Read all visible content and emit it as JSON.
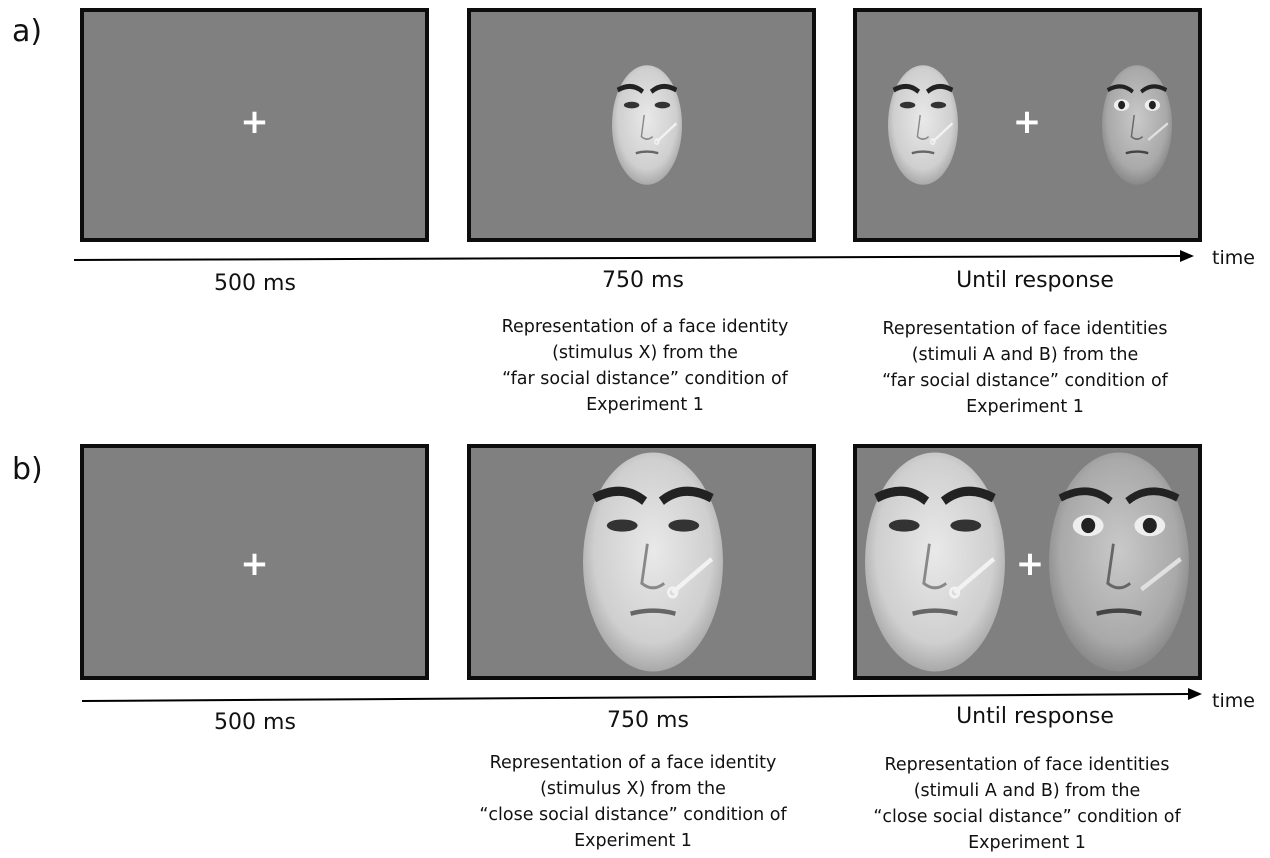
{
  "axis_label": "time",
  "rows": [
    {
      "label": "a)",
      "durations": [
        "500 ms",
        "750 ms",
        "Until response"
      ],
      "desc_x": [
        "Representation of a face identity",
        "(stimulus X) from the",
        "“far social distance” condition of",
        "Experiment 1"
      ],
      "desc_ab": [
        "Representation of face identities",
        "(stimuli A and B) from the",
        "“far social distance” condition of",
        "Experiment 1"
      ]
    },
    {
      "label": "b)",
      "durations": [
        "500 ms",
        "750 ms",
        "Until response"
      ],
      "desc_x": [
        "Representation of a face identity",
        "(stimulus X) from the",
        "“close social distance” condition of",
        "Experiment 1"
      ],
      "desc_ab": [
        "Representation of face identities",
        "(stimuli A and B) from the",
        "“close social distance” condition of",
        "Experiment 1"
      ]
    }
  ],
  "fixation_symbol": "+",
  "colors": {
    "screen_bg": "#808080",
    "frame": "#0d0d0d",
    "fixation": "#ffffff"
  }
}
